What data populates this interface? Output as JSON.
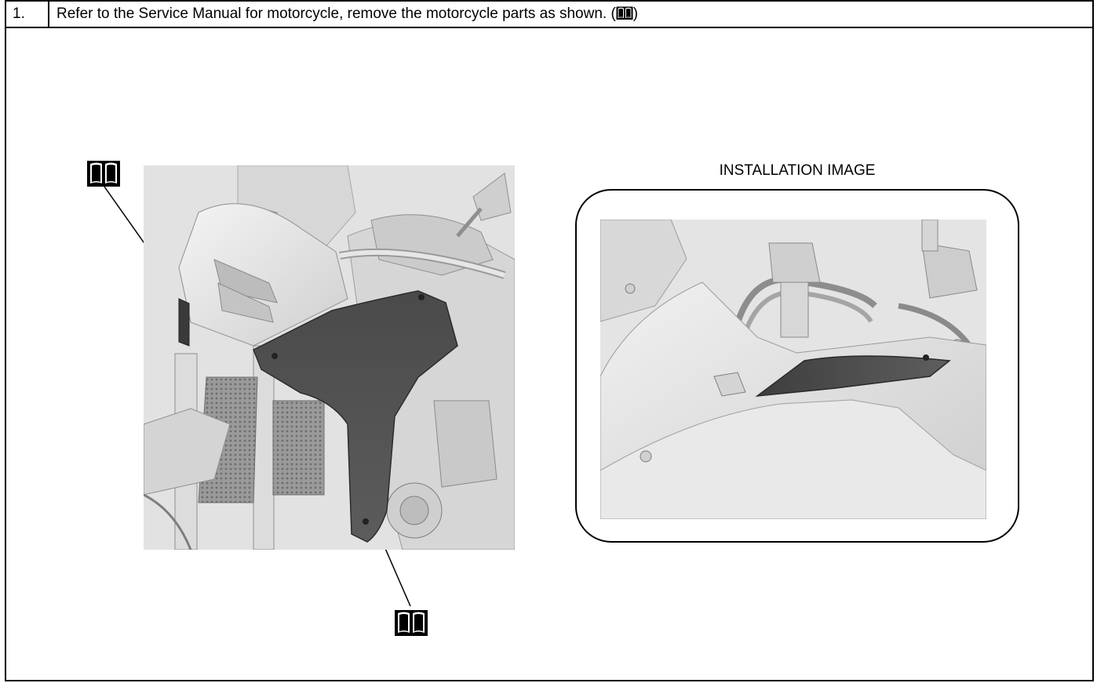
{
  "step": {
    "number": "1.",
    "text_before": "Refer to the Service Manual for motorcycle, remove the motorcycle parts as shown. (",
    "text_after": ")"
  },
  "installation": {
    "title": "INSTALLATION IMAGE"
  },
  "icons": {
    "manual": "service-manual-book-icon"
  }
}
